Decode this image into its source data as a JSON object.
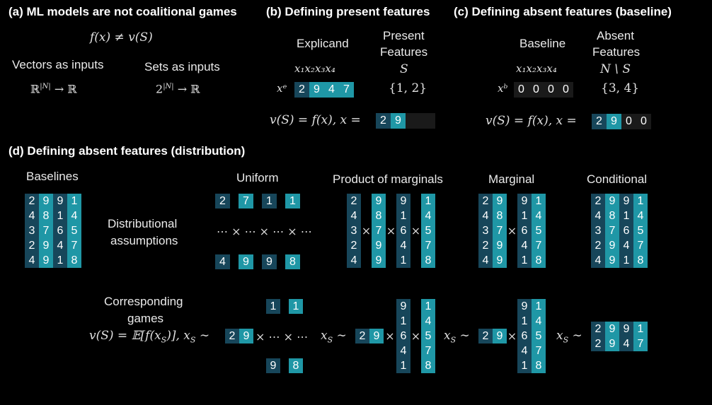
{
  "a": {
    "title": "(a) ML models are not coalitional games",
    "eq": "f(x) ≠ v(S)",
    "vec_label": "Vectors as inputs",
    "set_label": "Sets as inputs",
    "vec_map": "ℝ|N| → ℝ",
    "set_map": "2|N| → ℝ"
  },
  "b": {
    "title": "(b) Defining present features",
    "explicand": "Explicand",
    "present1": "Present",
    "present2": "Features",
    "vars": "x₁x₂x₃x₄",
    "S": "S",
    "xe": "xᵉ",
    "row": [
      "2",
      "9",
      "4",
      "7"
    ],
    "set": "{1, 2}",
    "eq": "v(S) = f(x), x =",
    "result": [
      "2",
      "9",
      "",
      ""
    ]
  },
  "c": {
    "title": "(c) Defining absent features (baseline)",
    "baseline": "Baseline",
    "absent1": "Absent",
    "absent2": "Features",
    "vars": "x₁x₂x₃x₄",
    "NS": "N \\ S",
    "xb": "xᵇ",
    "row": [
      "0",
      "0",
      "0",
      "0"
    ],
    "set": "{3, 4}",
    "eq": "v(S) = f(x), x =",
    "result": [
      "2",
      "9",
      "0",
      "0"
    ]
  },
  "d": {
    "title": "(d) Defining absent features (distribution)",
    "baselines": "Baselines",
    "uniform": "Uniform",
    "product": "Product of marginals",
    "marginal": "Marginal",
    "conditional": "Conditional",
    "dist1": "Distributional",
    "dist2": "assumptions",
    "dots": "⋯ × ⋯ × ⋯ × ⋯",
    "games1": "Corresponding",
    "games2": "games",
    "games_eq": "v(S) = 𝔼[f(x_S)], x_S ~",
    "games_tail": "× ⋯ × ⋯",
    "xs": "x_S ~",
    "times": "×",
    "baseline_matrix": [
      [
        "2",
        "9",
        "9",
        "1"
      ],
      [
        "4",
        "8",
        "1",
        "4"
      ],
      [
        "3",
        "7",
        "6",
        "5"
      ],
      [
        "2",
        "9",
        "4",
        "7"
      ],
      [
        "4",
        "9",
        "1",
        "8"
      ]
    ],
    "uniform_top": [
      "2",
      "7",
      "1",
      "1"
    ],
    "uniform_bottom": [
      "4",
      "9",
      "9",
      "8"
    ],
    "uniform_game_col3": [
      "1",
      "",
      "",
      "",
      "9"
    ],
    "uniform_game_col4": [
      "1",
      "",
      "",
      "",
      "8"
    ],
    "cond_game": [
      [
        "2",
        "9",
        "9",
        "1"
      ],
      [
        "2",
        "9",
        "4",
        "7"
      ]
    ],
    "sliced_pair": [
      "2",
      "9"
    ]
  },
  "colors": {
    "dark": "#17465a",
    "light": "#1f97a6",
    "empty": "#1a1a1a"
  }
}
